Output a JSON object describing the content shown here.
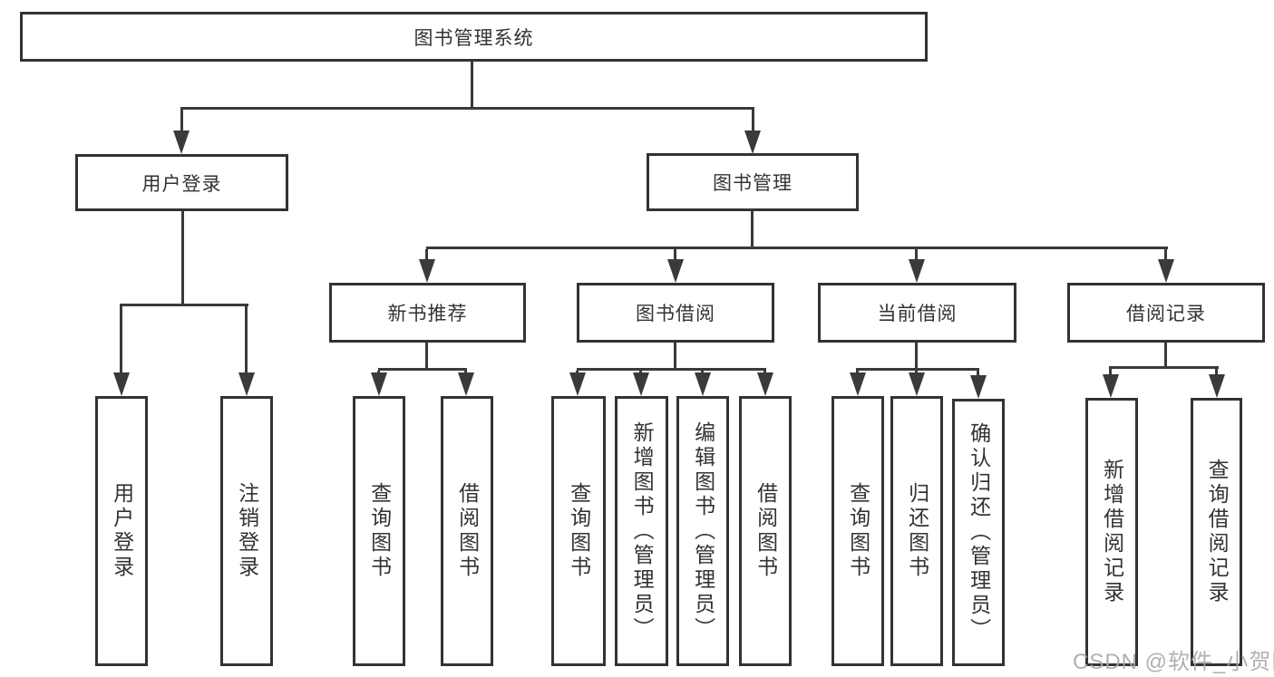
{
  "diagram": {
    "type": "hierarchy-tree",
    "root": {
      "label": "图书管理系统",
      "children": [
        {
          "label": "用户登录",
          "children": [
            {
              "label": "用户登录"
            },
            {
              "label": "注销登录"
            }
          ]
        },
        {
          "label": "图书管理",
          "children": [
            {
              "label": "新书推荐",
              "children": [
                {
                  "label": "查询图书"
                },
                {
                  "label": "借阅图书"
                }
              ]
            },
            {
              "label": "图书借阅",
              "children": [
                {
                  "label": "查询图书"
                },
                {
                  "label": "新增图书（管理员）"
                },
                {
                  "label": "编辑图书（管理员）"
                },
                {
                  "label": "借阅图书"
                }
              ]
            },
            {
              "label": "当前借阅",
              "children": [
                {
                  "label": "查询图书"
                },
                {
                  "label": "归还图书"
                },
                {
                  "label": "确认归还（管理员）"
                }
              ]
            },
            {
              "label": "借阅记录",
              "children": [
                {
                  "label": "新增借阅记录"
                },
                {
                  "label": "查询借阅记录"
                }
              ]
            }
          ]
        }
      ]
    }
  },
  "colors": {
    "line": "#3a3a3a",
    "border": "#333333",
    "text": "#333333",
    "watermark": "#a8a8a8",
    "background": "#ffffff"
  },
  "watermark": "CSDN @软件_小贺同学"
}
